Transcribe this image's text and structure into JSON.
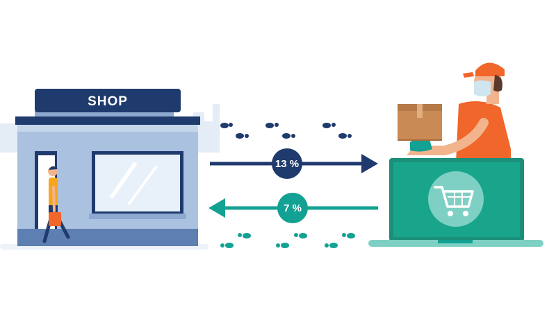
{
  "shop": {
    "sign_label": "SHOP"
  },
  "flows": {
    "to_online": {
      "label": "13 %",
      "value": 13,
      "color": "#1f3a6d"
    },
    "to_shop": {
      "label": "7 %",
      "value": 7,
      "color": "#12a193"
    }
  },
  "colors": {
    "navy": "#1f3a6d",
    "teal": "#12a193",
    "shop_wall": "#aac1e0",
    "shop_window": "#e8f0fa",
    "skyline": "#e4ecf6",
    "courier_orange": "#f0662b",
    "box_brown": "#c98a55",
    "screen_teal": "#19a58b"
  },
  "icons": {
    "customer": "walking-customer-icon",
    "courier": "delivery-courier-icon",
    "cart": "shopping-cart-icon",
    "footprints": "footprints-icon"
  }
}
